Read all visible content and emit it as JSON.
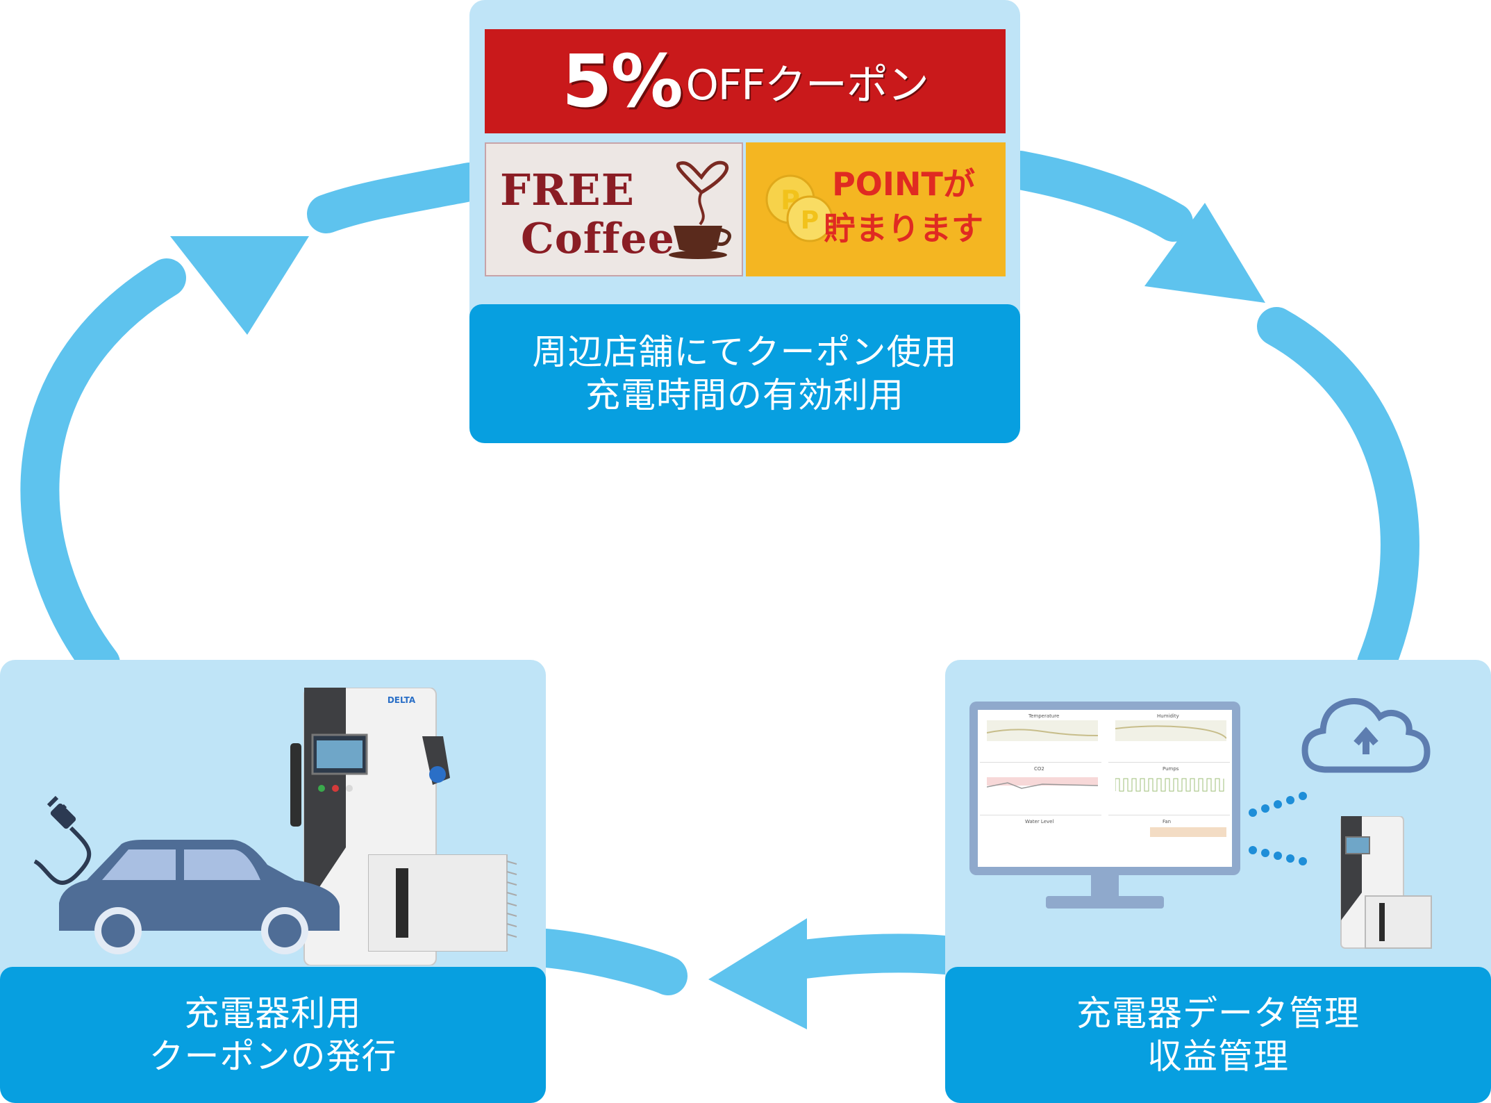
{
  "colors": {
    "arrow": "#5ec3ee",
    "panel_bg": "#bfe4f7",
    "caption_bg": "#079fe0",
    "coupon_red": "#c9191b",
    "coupon_yellow": "#f4b622",
    "point_text": "#e02a22",
    "coffee_text": "#8a1d24"
  },
  "top_panel": {
    "coupon_percent": "5%",
    "coupon_rest": "OFFクーポン",
    "coffee_line1": "FREE",
    "coffee_line2": "Coffee",
    "point_line1": "POINTが",
    "point_line2": "貯まります",
    "caption_line1": "周辺店舗にてクーポン使用",
    "caption_line2": "充電時間の有効利用"
  },
  "left_panel": {
    "charger_brand": "DELTA",
    "caption_line1": "充電器利用",
    "caption_line2": "クーポンの発行"
  },
  "right_panel": {
    "dashboard": {
      "temperature": "Temperature",
      "humidity": "Humidity",
      "co2": "CO2",
      "pumps": "Pumps",
      "water_level": "Water Level",
      "fan": "Fan"
    },
    "caption_line1": "充電器データ管理",
    "caption_line2": "収益管理"
  },
  "icons": [
    "cycle-arrow-icon",
    "coffee-cup-icon",
    "gold-coin-icon",
    "plug-icon",
    "car-icon",
    "ev-charger-icon",
    "monitor-icon",
    "cloud-upload-icon"
  ]
}
